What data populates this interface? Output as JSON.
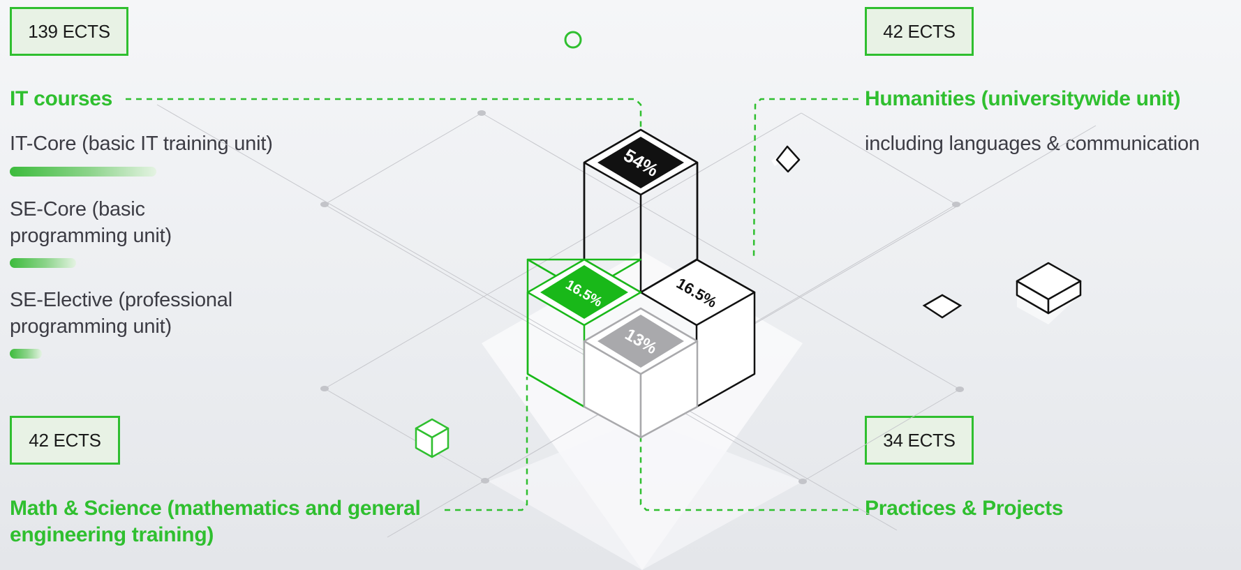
{
  "it": {
    "ects": "139 ECTS",
    "heading": "IT courses",
    "items": [
      {
        "label": "IT-Core (basic IT training unit)",
        "share": 1.0
      },
      {
        "label_lines": [
          "SE-Core (basic",
          "programming unit)"
        ],
        "share": 0.45
      },
      {
        "label_lines": [
          "SE-Elective (professional",
          "programming unit)"
        ],
        "share": 0.22
      }
    ]
  },
  "humanities": {
    "ects": "42 ECTS",
    "heading": "Humanities (universitywide unit)",
    "sub": "including languages & communication"
  },
  "math": {
    "ects": "42 ECTS",
    "heading_lines": [
      "Math & Science (mathematics and general",
      "engineering training)"
    ]
  },
  "practice": {
    "ects": "34 ECTS",
    "heading": "Practices & Projects"
  },
  "chart_data": {
    "type": "pie",
    "categories": [
      "IT courses",
      "Humanities (universitywide unit)",
      "Math & Science (mathematics and general engineering training)",
      "Practices & Projects"
    ],
    "values": [
      54,
      16.5,
      16.5,
      13
    ],
    "labels": [
      "54%",
      "16.5%",
      "16.5%",
      "13%"
    ],
    "ects": [
      139,
      42,
      42,
      34
    ]
  },
  "colors": {
    "accent": "#2fbf2f",
    "dark_block": "#111111",
    "green_block": "#19b819",
    "gray_block": "#a9a9ac"
  }
}
